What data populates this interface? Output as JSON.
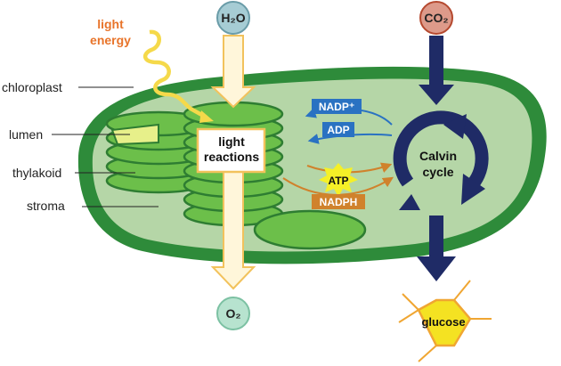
{
  "labels": {
    "light_energy": [
      "light",
      "energy"
    ],
    "chloroplast": "chloroplast",
    "lumen": "lumen",
    "thylakoid": "thylakoid",
    "stroma": "stroma",
    "h2o": "H₂O",
    "co2": "CO₂",
    "o2": "O₂",
    "light_reactions": [
      "light",
      "reactions"
    ],
    "calvin_cycle": [
      "Calvin",
      "cycle"
    ],
    "nadp_plus": "NADP⁺",
    "adp": "ADP",
    "atp": "ATP",
    "nadph": "NADPH",
    "glucose": "glucose"
  },
  "colors": {
    "light_energy_text": "#e8742a",
    "chloroplast_outer": "#2e8b3a",
    "chloroplast_inner": "#b5d6a7",
    "thylakoid": "#6cbf4a",
    "lumen": "#e7f08a",
    "water_molecule": "#a6ccd4",
    "co2_molecule": "#dd9a8a",
    "o2_molecule": "#b7e3cf",
    "calvin_arrow": "#1f2b66",
    "molecule_label_blue": "#2a72c2",
    "nadph_label": "#d0822c",
    "atp_burst": "#f5f027",
    "glucose_hex": "#f4e222"
  }
}
